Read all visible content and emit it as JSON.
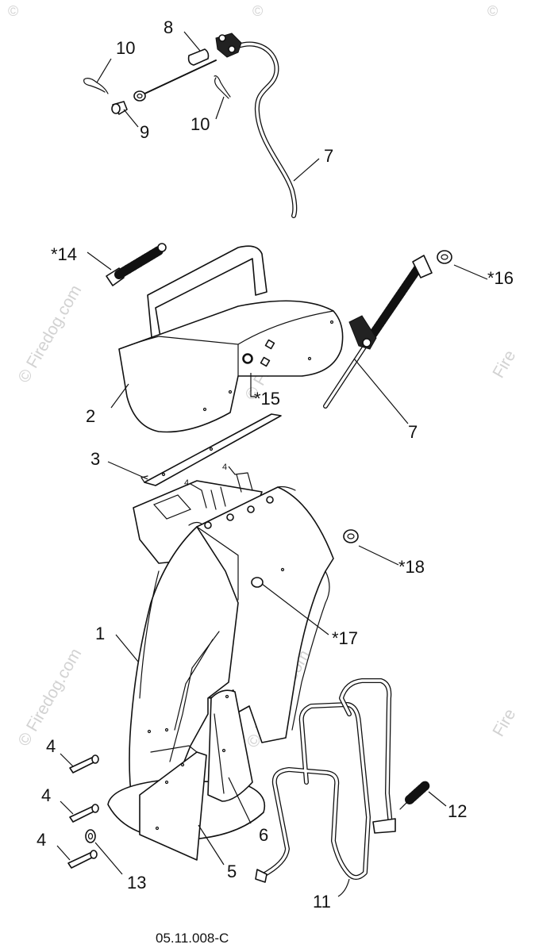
{
  "watermark": {
    "text": "© Firedog.com",
    "copyright": "©",
    "brand_partial": "Fire"
  },
  "callouts": {
    "c10a": "10",
    "c8": "8",
    "c9": "9",
    "c10b": "10",
    "c7a": "7",
    "c14": "*14",
    "c16": "*16",
    "c2": "2",
    "c15": "*15",
    "c7b": "7",
    "c3": "3",
    "c4s1": "4",
    "c4s2": "4",
    "c18": "*18",
    "c1": "1",
    "c17": "*17",
    "c4a": "4",
    "c4b": "4",
    "c4c": "4",
    "c12": "12",
    "c6": "6",
    "c13": "13",
    "c5": "5",
    "c11": "11"
  },
  "drawing_code": "05.11.008-C"
}
